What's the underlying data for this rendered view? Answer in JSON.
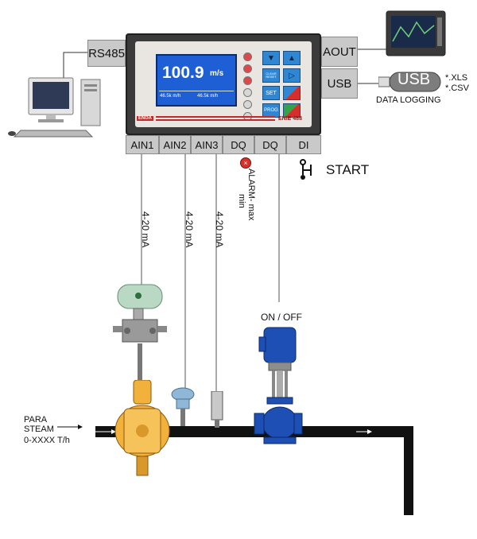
{
  "controller": {
    "display_value": "100.9",
    "display_unit": "m/s",
    "display_sub_left": "46.5k m/h",
    "display_sub_right": "46.5k m/h",
    "brand": "ENDA",
    "model": "ENIE 488",
    "keys": {
      "set": "SET",
      "prog": "PROG",
      "clear": "CLEAR RESET"
    }
  },
  "ports": {
    "rs485": "RS485",
    "aout": "AOUT",
    "usb": "USB",
    "bottom": [
      "AIN1",
      "AIN2",
      "AIN3",
      "DQ",
      "DQ",
      "DI"
    ]
  },
  "usb_stick": {
    "label": "USB",
    "logging": "DATA LOGGING",
    "ext1": "*.XLS",
    "ext2": "*.CSV"
  },
  "signals": {
    "ain1": "4-20 mA",
    "ain2": "4-20 mA",
    "ain3": "4-20 mA"
  },
  "alarm": {
    "label": "ALARM- max",
    "label2": "min"
  },
  "start": {
    "label": "START"
  },
  "valve": {
    "label": "ON / OFF"
  },
  "pipe": {
    "line1": "PARA",
    "line2": "STEAM",
    "line3": "0-XXXX T/h"
  },
  "colors": {
    "device_body": "#3b3b3b",
    "screen": "#1f5fd6",
    "tab_bg": "#c9c9c9",
    "valve_blue": "#1e4fb5",
    "flowmeter_yellow": "#f2b13a"
  }
}
